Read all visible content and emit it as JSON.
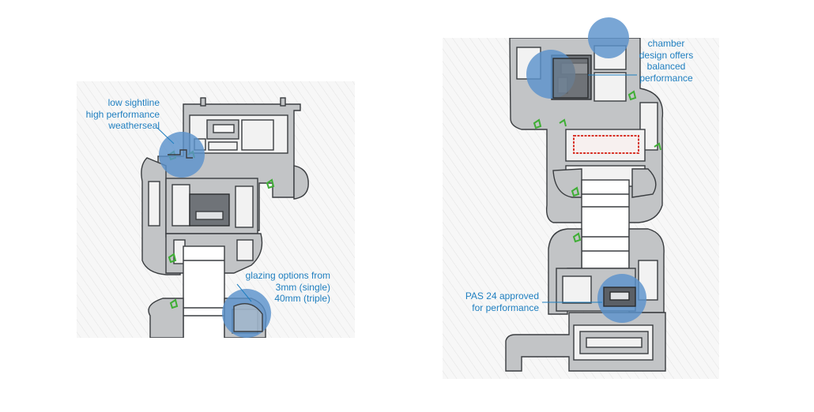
{
  "annotations": {
    "left_top": [
      "low sightline",
      "high performance",
      "weatherseal"
    ],
    "left_bottom": [
      "glazing options from",
      "3mm (single)",
      "40mm (triple)"
    ],
    "right_top": [
      "chamber",
      "design offers",
      "balanced",
      "performance"
    ],
    "right_bottom": [
      "PAS 24 approved",
      "for performance"
    ]
  },
  "colors": {
    "annotation_text": "#1f7fc0",
    "highlight_circle": "#5b93cc",
    "profile_fill": "#c2c4c6",
    "profile_stroke": "#3a3d40",
    "gasket": "#3fae35",
    "reinforcement_red": "#d8352a",
    "background_hatch": "#e4e4e4"
  },
  "icons": [
    "seal-highlight-circle",
    "window-profile-cross-section"
  ]
}
